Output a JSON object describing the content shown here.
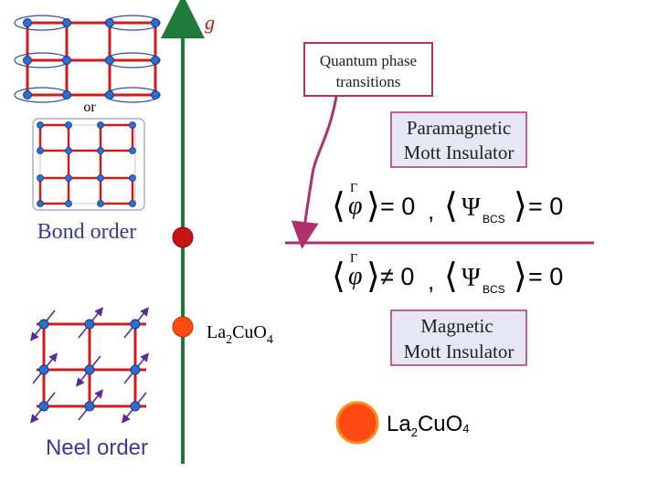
{
  "axis": {
    "label": "g"
  },
  "callout": {
    "line1": "Quantum phase",
    "line2": "transitions"
  },
  "left": {
    "or_label": "or",
    "bond_order": "Bond order",
    "neel_order": "Neel order"
  },
  "paramagnetic": {
    "line1": "Paramagnetic",
    "line2": "Mott Insulator"
  },
  "magnetic": {
    "line1": "Magnetic",
    "line2": "Mott Insulator"
  },
  "equations": {
    "upper": {
      "phi": "φ",
      "eq": "= 0",
      "comma": ",",
      "psi": "Ψ",
      "sub": "BCS",
      "eq2": "= 0"
    },
    "lower": {
      "phi": "φ",
      "eq": "≠ 0",
      "comma": ",",
      "psi": "Ψ",
      "sub": "BCS",
      "eq2": "= 0"
    }
  },
  "compound": {
    "la": "La",
    "la_sub": "2",
    "cu": "CuO",
    "cu_sub": "4"
  },
  "compound2": {
    "la": "La",
    "la_sub": "2",
    "cu": "CuO",
    "cu_sub": "4"
  },
  "colors": {
    "axis": "#1f7a3a",
    "bond": "#d01c1c",
    "atom": "#2a6fd6",
    "spin": "#5a2a9a",
    "box_border": "#b0306a",
    "box_fill": "#e6e6f5",
    "transition_line": "#b0306a",
    "dot_red": "#c81414",
    "dot_orange": "#ff4a14"
  }
}
